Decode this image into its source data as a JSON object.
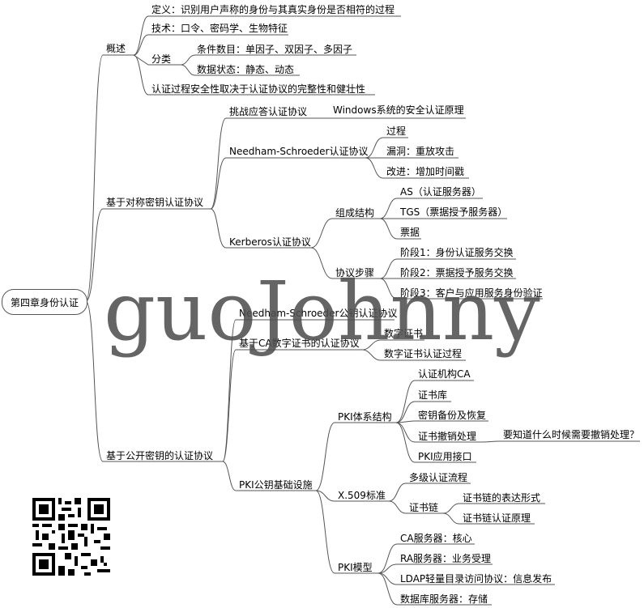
{
  "root": "第四章身份认证",
  "overview": {
    "title": "概述",
    "definition": "定义：识别用户声称的身份与其真实身份是否相符的过程",
    "technique": "技术：口令、密码学、生物特征",
    "classification": "分类",
    "by_conditions": "条件数目：单因子、双因子、多因子",
    "by_data_state": "数据状态：静态、动态",
    "security": "认证过程安全性取决于认证协议的完整性和健壮性"
  },
  "symmetric": {
    "title": "基于对称密钥认证协议",
    "challenge": "挑战应答认证协议",
    "windows": "Windows系统的安全认证原理",
    "ns": "Needham-Schroeder认证协议",
    "ns_process": "过程",
    "ns_flaw": "漏洞：重放攻击",
    "ns_fix": "改进：增加时间戳",
    "kerberos": "Kerberos认证协议",
    "composition": "组成结构",
    "as": "AS（认证服务器）",
    "tgs": "TGS（票据授予服务器）",
    "ticket": "票据",
    "steps": "协议步骤",
    "step1": "阶段1：身份认证服务交换",
    "step2": "阶段2：票据授予服务交换",
    "step3": "阶段3：客户与应用服务身份验证"
  },
  "public_key": {
    "title": "基于公开密钥的认证协议",
    "ns_pk": "Needham-Schroeder公钥认证协议",
    "ca_cert": "基于CA数字证书的认证协议",
    "digital_cert": "数字证书",
    "cert_process": "数字证书认证过程",
    "pki": "PKI公钥基础设施",
    "pki_arch": "PKI体系结构",
    "ca": "认证机构CA",
    "cert_repo": "证书库",
    "key_backup": "密钥备份及恢复",
    "revocation": "证书撤销处理",
    "revocation_q": "要知道什么时候需要撤销处理？",
    "pki_api": "PKI应用接口",
    "x509": "X.509标准",
    "multi_level": "多级认证流程",
    "chain": "证书链",
    "chain_form": "证书链的表达形式",
    "chain_principle": "证书链认证原理",
    "pki_model": "PKI模型",
    "ca_server": "CA服务器：核心",
    "ra_server": "RA服务器：业务受理",
    "ldap": "LDAP轻量目录访问协议：信息发布",
    "db_server": "数据库服务器：存储"
  },
  "watermark": "guoJohnny",
  "colors": {
    "line": "#555555",
    "watermark": "#505050"
  }
}
